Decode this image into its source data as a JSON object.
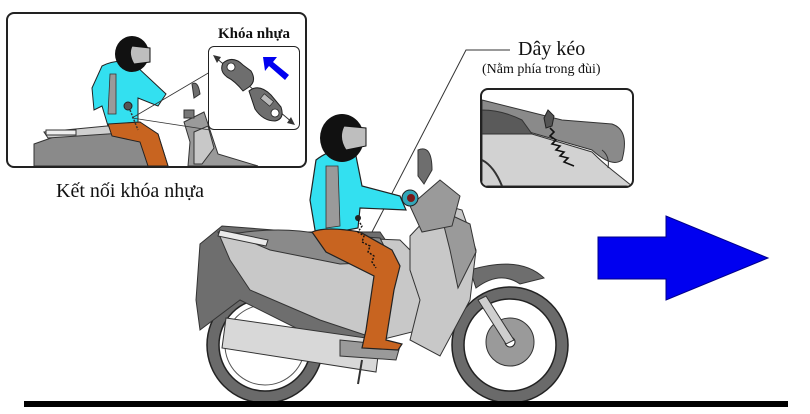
{
  "diagram": {
    "title": "Motorcycle safety tether (plastic lock connection) illustration",
    "labels": {
      "plastic_lock": "Khóa nhựa",
      "connect_lock_caption": "Kết nối khóa nhựa",
      "pull_cord": "Dây kéo",
      "pull_cord_note": "(Nằm phía trong đùi)"
    },
    "colors": {
      "jacket": "#33E0F0",
      "pants": "#C86420",
      "helmet": "#111111",
      "visor": "#BEBEBE",
      "bike_light": "#C8C8C8",
      "bike_mid": "#9A9A9A",
      "bike_dark": "#6E6E6E",
      "arrow_blue": "#0000F0",
      "ground": "#000000"
    },
    "icons": {
      "direction_arrow": "arrow-right-icon",
      "insert_arrow": "arrow-up-left-icon"
    }
  }
}
